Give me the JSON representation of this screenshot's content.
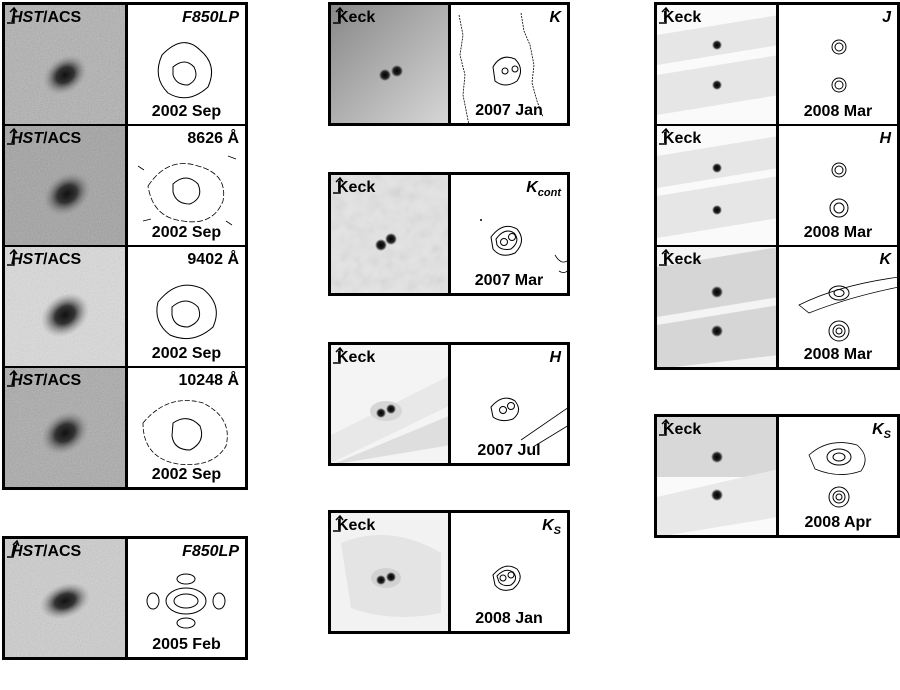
{
  "columns": [
    {
      "group": "hst-sep-2002",
      "panels": [
        {
          "instrument_prefix": "HST",
          "instrument_suffix": "/ACS",
          "filter_main": "F850LP",
          "filter_sub": "",
          "date": "2002 Sep"
        },
        {
          "instrument_prefix": "HST",
          "instrument_suffix": "/ACS",
          "filter_main": "8626 Å",
          "filter_sub": "",
          "date": "2002 Sep"
        },
        {
          "instrument_prefix": "HST",
          "instrument_suffix": "/ACS",
          "filter_main": "9402 Å",
          "filter_sub": "",
          "date": "2002 Sep"
        },
        {
          "instrument_prefix": "HST",
          "instrument_suffix": "/ACS",
          "filter_main": "10248 Å",
          "filter_sub": "",
          "date": "2002 Sep"
        }
      ]
    }
  ],
  "hst_feb": {
    "instrument_prefix": "HST",
    "instrument_suffix": "/ACS",
    "filter_main": "F850LP",
    "filter_sub": "",
    "date": "2005 Feb"
  },
  "keck_mid": [
    {
      "instrument": "Keck",
      "filter_main": "K",
      "filter_sub": "",
      "date": "2007 Jan"
    },
    {
      "instrument": "Keck",
      "filter_main": "K",
      "filter_sub": "cont",
      "date": "2007 Mar"
    },
    {
      "instrument": "Keck",
      "filter_main": "H",
      "filter_sub": "",
      "date": "2007 Jul"
    },
    {
      "instrument": "Keck",
      "filter_main": "K",
      "filter_sub": "S",
      "date": "2008 Jan"
    }
  ],
  "keck_mar2008": [
    {
      "instrument": "Keck",
      "filter_main": "J",
      "filter_sub": "",
      "date": "2008 Mar"
    },
    {
      "instrument": "Keck",
      "filter_main": "H",
      "filter_sub": "",
      "date": "2008 Mar"
    },
    {
      "instrument": "Keck",
      "filter_main": "K",
      "filter_sub": "",
      "date": "2008 Mar"
    }
  ],
  "keck_apr2008": {
    "instrument": "Keck",
    "filter_main": "K",
    "filter_sub": "S",
    "date": "2008 Apr"
  }
}
